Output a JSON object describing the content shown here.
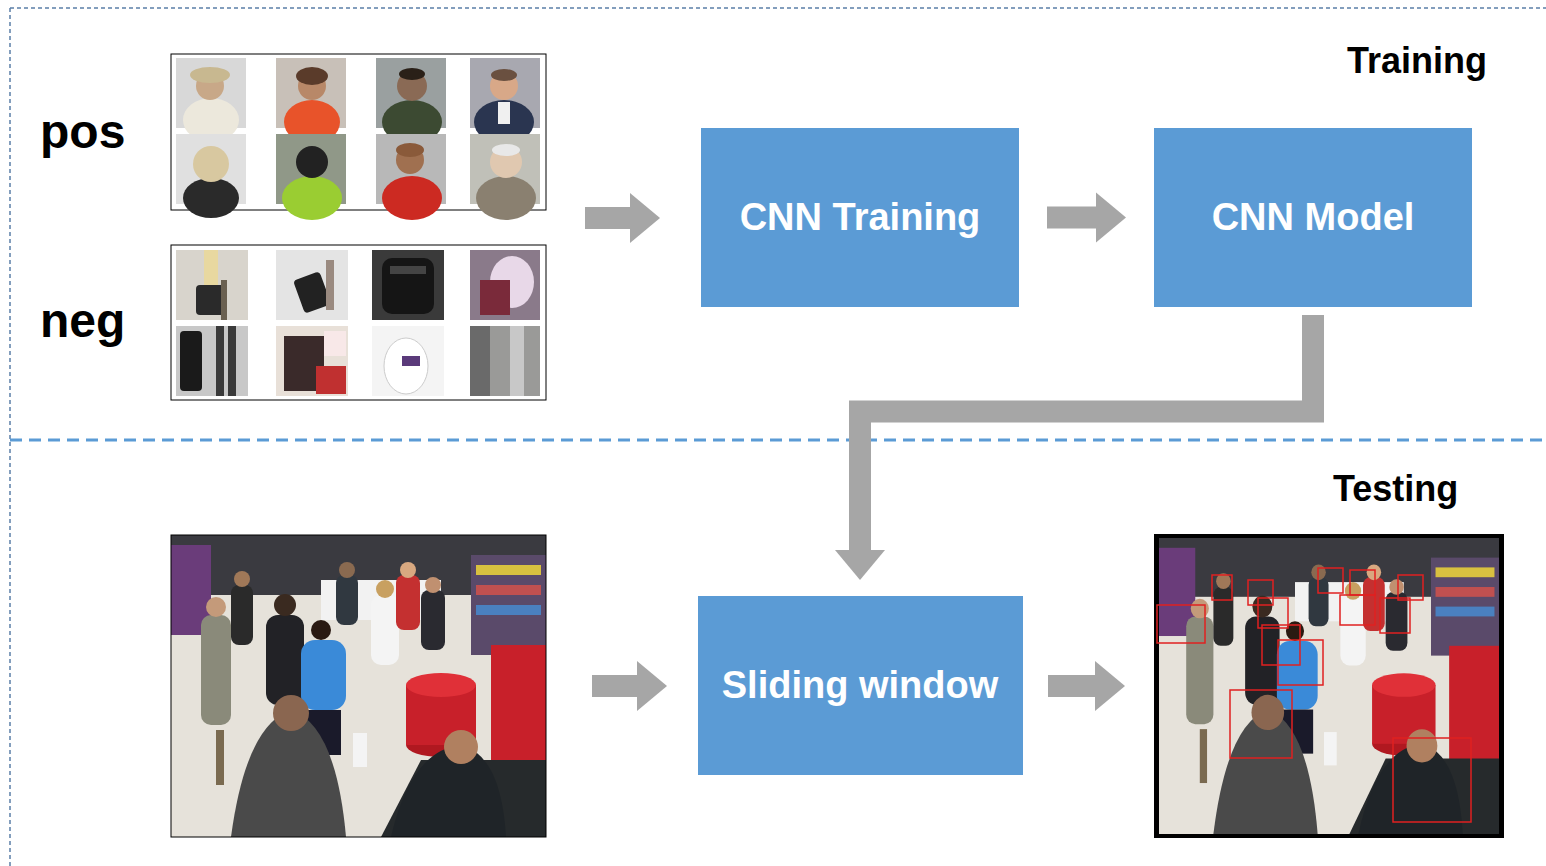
{
  "diagram": {
    "nodes": [
      {
        "text": [
          "CNN Training"
        ]
      },
      {
        "text": [
          "CNN Model"
        ]
      },
      {
        "text": [
          "Sliding window"
        ]
      }
    ],
    "edges": [
      {
        "from": 0,
        "to": 1,
        "arrow": "to"
      },
      {
        "from": 1,
        "to": 2,
        "arrow": "to"
      }
    ],
    "labels": [
      "pos",
      "neg",
      "Training",
      "Testing"
    ]
  }
}
